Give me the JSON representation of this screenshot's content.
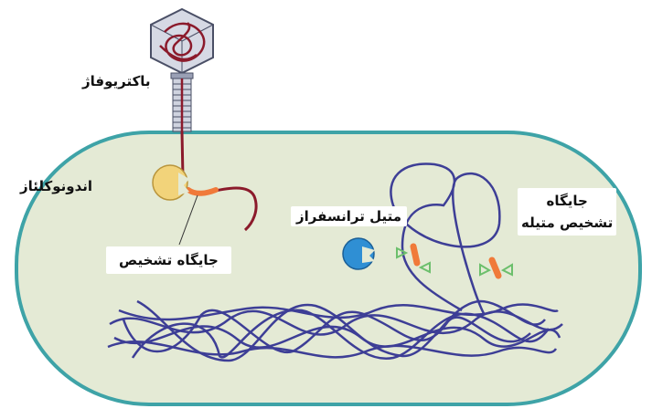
{
  "labels": {
    "bacteriophage": "باکتریوفاژ",
    "endonuclease": "اندونوکلئاز",
    "recognition_site": "جایگاه تشخیص",
    "methyltransferase": "متیل ترانسفراز",
    "methylation_site_line1": "جایگاه",
    "methylation_site_line2": "تشخیص متیله"
  },
  "colors": {
    "cytoplasm": "#e4ead5",
    "cell_wall": "#3ea3a7",
    "chromosome": "#3d3e96",
    "phage_dna": "#8b1a2b",
    "recognition_site": "#f07a3a",
    "endonuclease": "#f2d37a",
    "methyltransferase": "#2f8fd4",
    "methyl_marker": "#6cbf6c"
  }
}
